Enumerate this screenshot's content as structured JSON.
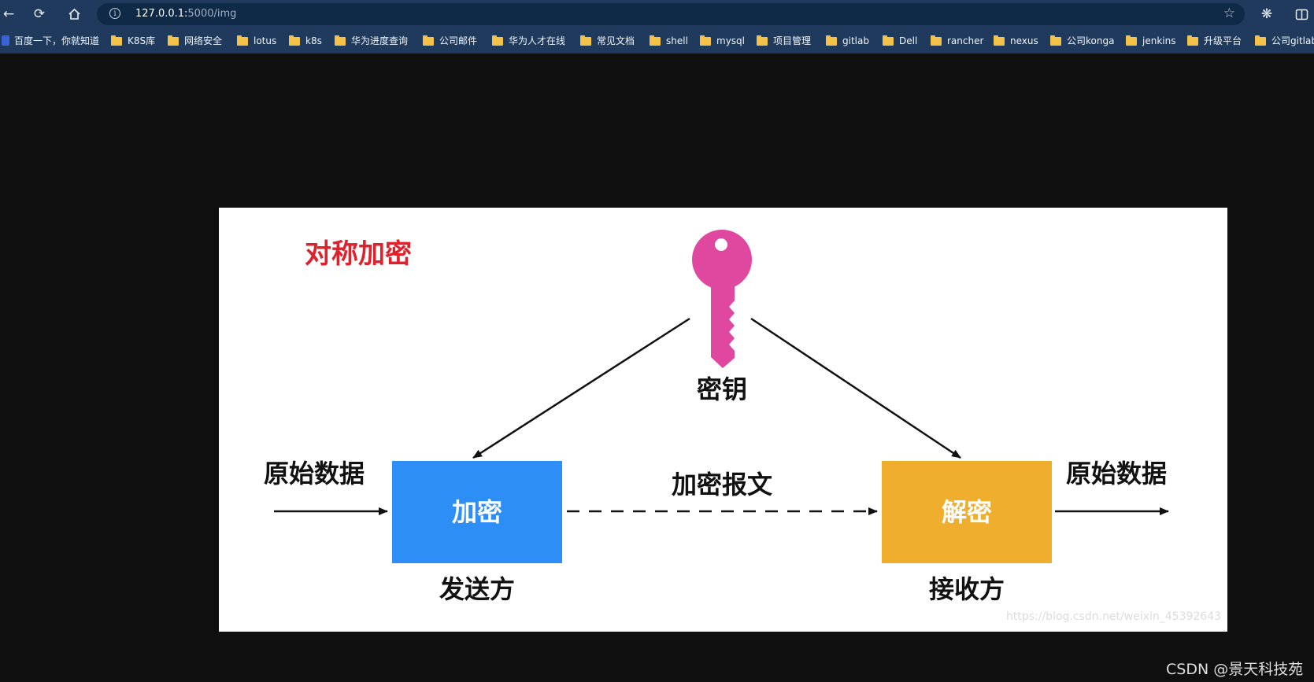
{
  "browser": {
    "url_host": "127.0.0.1:",
    "url_path": "5000/img",
    "bookmarks": [
      "百度一下，你就知道",
      "K8S库",
      "网络安全",
      "lotus",
      "k8s",
      "华为进度查询",
      "公司邮件",
      "华为人才在线",
      "常见文档",
      "shell",
      "mysql",
      "项目管理",
      "gitlab",
      "Dell",
      "rancher",
      "nexus",
      "公司konga",
      "jenkins",
      "升级平台",
      "公司gitlab"
    ]
  },
  "diagram": {
    "title": "对称加密",
    "key_label": "密钥",
    "encrypt_box": "加密",
    "decrypt_box": "解密",
    "left_input": "原始数据",
    "right_output": "原始数据",
    "ciphertext_label": "加密报文",
    "sender_label": "发送方",
    "receiver_label": "接收方",
    "watermark": "https://blog.csdn.net/weixin_45392643",
    "colors": {
      "title": "#e0202a",
      "key": "#e0479e",
      "encrypt_box": "#2d8ef5",
      "decrypt_box": "#f0ae2e",
      "arrows": "#111111"
    }
  },
  "credit": "CSDN @景天科技苑"
}
